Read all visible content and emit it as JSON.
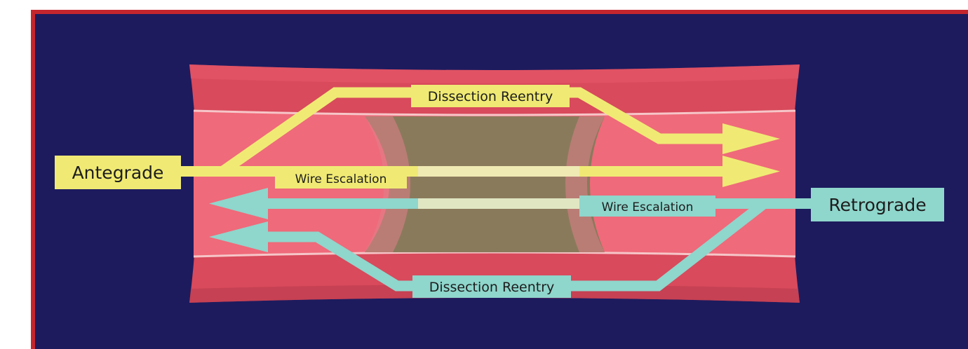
{
  "colors": {
    "frame": "#c4262e",
    "background": "#1d1b5e",
    "vessel_outer": "#d84a5c",
    "vessel_inner": "#ef6a7a",
    "vessel_edge": "#f6c6c8",
    "occlusion": "#8a7a5c",
    "antegrade": "#f0ea74",
    "retrograde": "#8fd6cc"
  },
  "labels": {
    "antegrade": "Antegrade",
    "retrograde": "Retrograde",
    "ante_dissection": "Dissection Reentry",
    "ante_wire": "Wire Escalation",
    "retro_wire": "Wire Escalation",
    "retro_dissection": "Dissection Reentry"
  },
  "icons": {
    "arrow": "arrow-icon"
  }
}
